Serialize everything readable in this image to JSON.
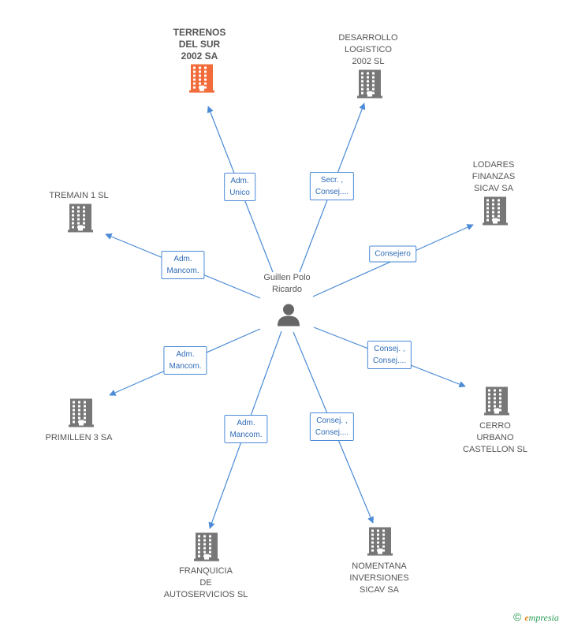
{
  "colors": {
    "edge": "#4a8ad6",
    "building": "#777777",
    "highlight": "#f26b3a",
    "person": "#666666"
  },
  "center": {
    "name": "Guillen Polo\nRicardo",
    "icon": "person-icon"
  },
  "nodes": [
    {
      "id": "terrenos",
      "name": "TERRENOS\nDEL SUR\n2002 SA",
      "highlight": true,
      "icon": "building-icon"
    },
    {
      "id": "desarrollo",
      "name": "DESARROLLO\nLOGISTICO\n2002 SL",
      "highlight": false,
      "icon": "building-icon"
    },
    {
      "id": "lodares",
      "name": "LODARES\nFINANZAS\nSICAV SA",
      "highlight": false,
      "icon": "building-icon"
    },
    {
      "id": "tremain",
      "name": "TREMAIN 1 SL",
      "highlight": false,
      "icon": "building-icon"
    },
    {
      "id": "cerro",
      "name": "CERRO\nURBANO\nCASTELLON SL",
      "highlight": false,
      "icon": "building-icon"
    },
    {
      "id": "primillen",
      "name": "PRIMILLEN 3 SA",
      "highlight": false,
      "icon": "building-icon"
    },
    {
      "id": "nomentana",
      "name": "NOMENTANA\nINVERSIONES\nSICAV SA",
      "highlight": false,
      "icon": "building-icon"
    },
    {
      "id": "franquicia",
      "name": "FRANQUICIA\nDE\nAUTOSERVICIOS SL",
      "highlight": false,
      "icon": "building-icon"
    }
  ],
  "edges": [
    {
      "to": "terrenos",
      "label": "Adm.\nUnico"
    },
    {
      "to": "desarrollo",
      "label": "Secr. ,\nConsej...."
    },
    {
      "to": "lodares",
      "label": "Consejero"
    },
    {
      "to": "tremain",
      "label": "Adm.\nMancom."
    },
    {
      "to": "cerro",
      "label": "Consej. ,\nConsej...."
    },
    {
      "to": "primillen",
      "label": "Adm.\nMancom."
    },
    {
      "to": "nomentana",
      "label": "Consej. ,\nConsej...."
    },
    {
      "to": "franquicia",
      "label": "Adm.\nMancom."
    }
  ],
  "footer": {
    "copyright": "©",
    "brand_first": "e",
    "brand_rest": "mpresia"
  }
}
